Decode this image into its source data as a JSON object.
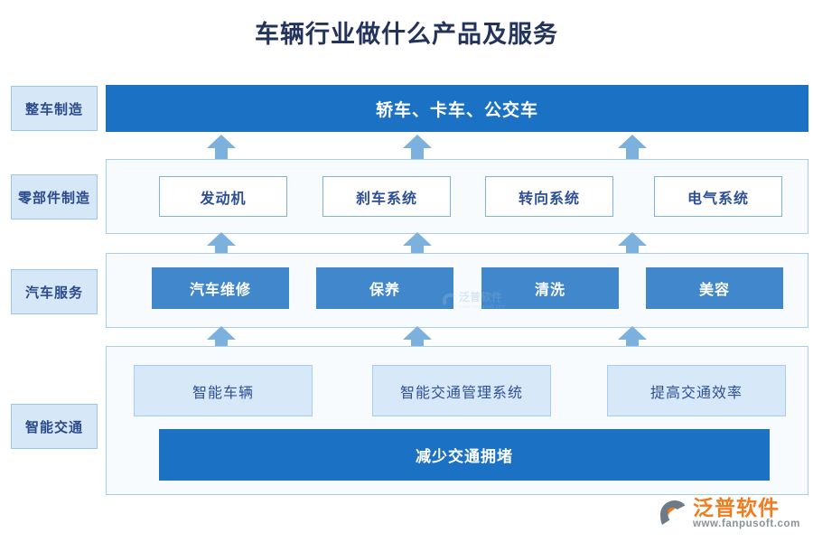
{
  "page": {
    "title": "车辆行业做什么产品及服务",
    "title_color": "#23335c",
    "background": "#ffffff"
  },
  "colors": {
    "dark_blue": "#1b71c3",
    "mid_blue": "#4087cb",
    "light_blue_fill": "#d7e9f9",
    "band_fill": "#f8fbfe",
    "band_border": "#a9cdeb",
    "arrow_blue": "#7cb0dd",
    "label_text": "#2a4a8b",
    "brand_orange": "#f07c1e"
  },
  "side_labels": [
    {
      "id": "vehicle-manufacturing",
      "label": "整车制造"
    },
    {
      "id": "parts-manufacturing",
      "label": "零部件制造"
    },
    {
      "id": "auto-service",
      "label": "汽车服务"
    },
    {
      "id": "smart-transport",
      "label": "智能交通"
    }
  ],
  "rows": [
    {
      "id": "row-vehicle-manufacturing",
      "label": "整车制造",
      "style": "solid-dark-bar",
      "items": [
        {
          "label": "轿车、卡车、公交车"
        }
      ]
    },
    {
      "id": "row-parts-manufacturing",
      "label": "零部件制造",
      "style": "outline-boxes",
      "items": [
        {
          "label": "发动机"
        },
        {
          "label": "刹车系统"
        },
        {
          "label": "转向系统"
        },
        {
          "label": "电气系统"
        }
      ]
    },
    {
      "id": "row-auto-service",
      "label": "汽车服务",
      "style": "solid-mid-boxes",
      "items": [
        {
          "label": "汽车维修"
        },
        {
          "label": "保养"
        },
        {
          "label": "清洗"
        },
        {
          "label": "美容"
        }
      ]
    },
    {
      "id": "row-smart-transport",
      "label": "智能交通",
      "style": "light-boxes-plus-bar",
      "items": [
        {
          "label": "智能车辆"
        },
        {
          "label": "智能交通管理系统"
        },
        {
          "label": "提高交通效率"
        }
      ],
      "bar": {
        "label": "减少交通拥堵"
      }
    }
  ],
  "arrows": {
    "direction": "up",
    "groups": [
      {
        "id": "arrows-parts-to-vehicle",
        "count": 3
      },
      {
        "id": "arrows-service-to-parts",
        "count": 3
      },
      {
        "id": "arrows-transport-to-service",
        "count": 3
      }
    ]
  },
  "watermark": {
    "name": "泛普软件",
    "url": "www.fanpusoft.com"
  },
  "brand": {
    "name": "泛普软件",
    "url": "www.fanpusoft.com"
  }
}
